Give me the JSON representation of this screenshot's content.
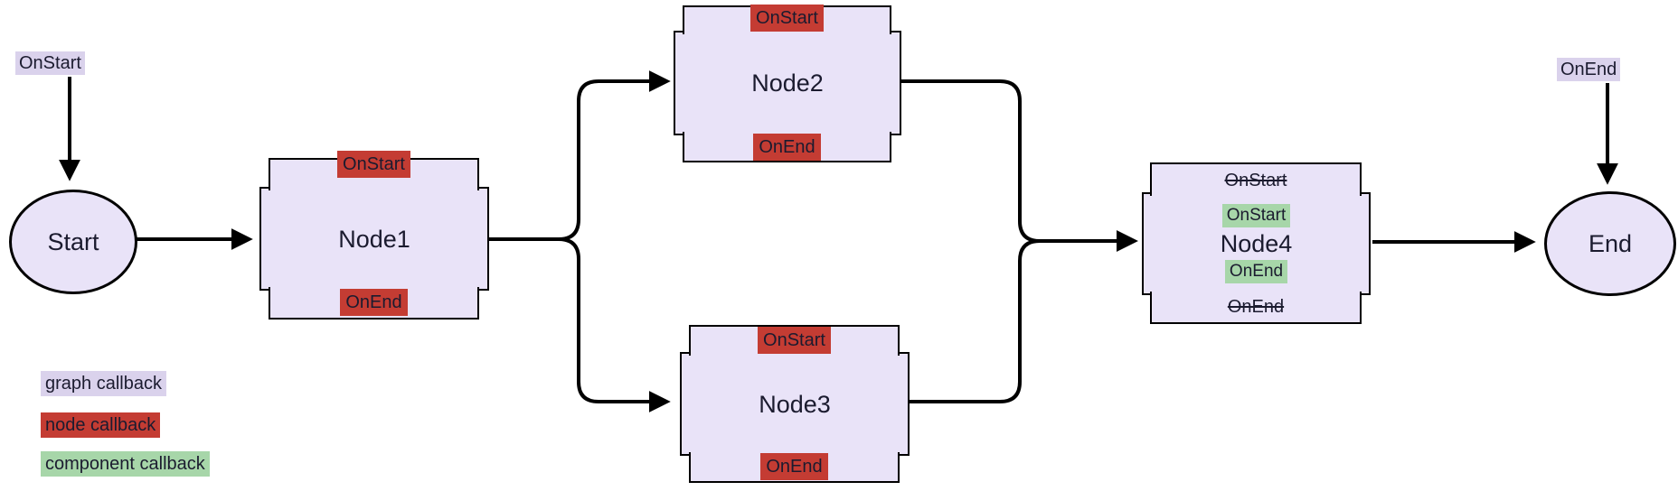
{
  "colors": {
    "node_fill": "#e9e3f8",
    "graph_cb_bg": "#dad2ec",
    "node_cb_bg": "#c43c33",
    "component_cb_bg": "#a7d6a9",
    "stroke": "#000000",
    "text": "#1b1b2f"
  },
  "graph_callbacks": {
    "on_start": "OnStart",
    "on_end": "OnEnd"
  },
  "terminals": {
    "start": "Start",
    "end": "End"
  },
  "nodes": {
    "node1": {
      "title": "Node1",
      "on_start": "OnStart",
      "on_end": "OnEnd"
    },
    "node2": {
      "title": "Node2",
      "on_start": "OnStart",
      "on_end": "OnEnd"
    },
    "node3": {
      "title": "Node3",
      "on_start": "OnStart",
      "on_end": "OnEnd"
    },
    "node4": {
      "title": "Node4",
      "overridden_on_start": "OnStart",
      "component_on_start": "OnStart",
      "component_on_end": "OnEnd",
      "overridden_on_end": "OnEnd"
    }
  },
  "legend": {
    "graph": "graph callback",
    "node": "node callback",
    "component": "component callback"
  }
}
